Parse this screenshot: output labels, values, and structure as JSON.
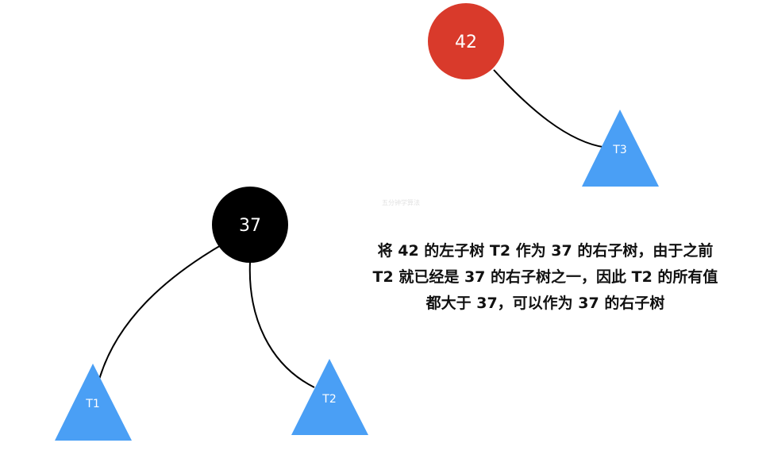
{
  "nodes": {
    "root_red": {
      "label": "42",
      "color": "#d93a2b"
    },
    "black": {
      "label": "37",
      "color": "#000000"
    }
  },
  "subtrees": {
    "t1": {
      "label": "T1"
    },
    "t2": {
      "label": "T2"
    },
    "t3": {
      "label": "T3"
    },
    "color": "#4a9ff5"
  },
  "watermark": "五分钟学算法",
  "caption": {
    "line1": "将 42 的左子树 T2 作为 37 的右子树，由于之前",
    "line2": "T2 就已经是 37 的右子树之一，因此 T2 的所有值",
    "line3": "都大于 37，可以作为 37 的右子树"
  }
}
